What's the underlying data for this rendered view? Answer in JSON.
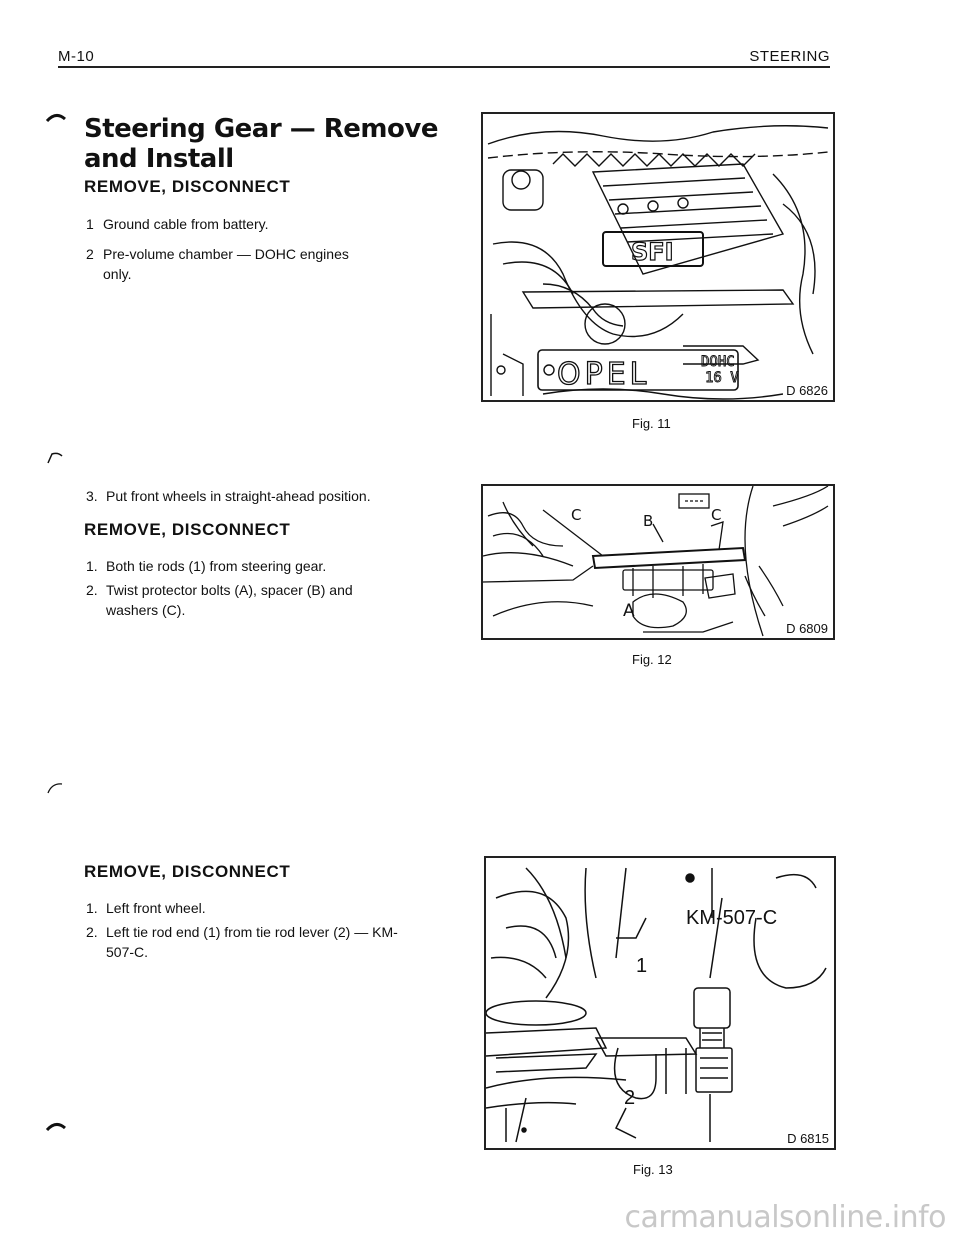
{
  "header": {
    "page_code": "M-10",
    "section": "STEERING"
  },
  "section1": {
    "title_line1": "Steering Gear — Remove",
    "title_line2": "and Install",
    "subheading": "REMOVE, DISCONNECT",
    "steps": [
      {
        "num": "1",
        "text": "Ground cable from battery."
      },
      {
        "num": "2",
        "text": "Pre-volume chamber — DOHC engines only."
      }
    ]
  },
  "section2": {
    "intro": {
      "num": "3.",
      "text": "Put front wheels in straight-ahead position."
    },
    "subheading": "REMOVE, DISCONNECT",
    "steps": [
      {
        "num": "1.",
        "text": "Both tie rods (1) from steering gear."
      },
      {
        "num": "2.",
        "text": "Twist protector bolts (A), spacer (B) and washers (C)."
      }
    ]
  },
  "section3": {
    "subheading": "REMOVE, DISCONNECT",
    "steps": [
      {
        "num": "1.",
        "text": "Left front wheel."
      },
      {
        "num": "2.",
        "text": "Left tie rod end (1) from tie rod lever (2) — KM-507-C."
      }
    ]
  },
  "figures": {
    "fig11": {
      "caption": "Fig. 11",
      "ref": "D 6826",
      "labels": {
        "brand": "OPEL",
        "cover": "SFI",
        "engine": "DOHC",
        "valves": "16 V"
      }
    },
    "fig12": {
      "caption": "Fig. 12",
      "ref": "D 6809",
      "labels": {
        "c1": "C",
        "b": "B",
        "c2": "C",
        "a": "A"
      }
    },
    "fig13": {
      "caption": "Fig. 13",
      "ref": "D 6815",
      "labels": {
        "tool": "KM-507-C",
        "one": "1",
        "two": "2"
      }
    }
  },
  "watermark": "carmanualsonline.info"
}
